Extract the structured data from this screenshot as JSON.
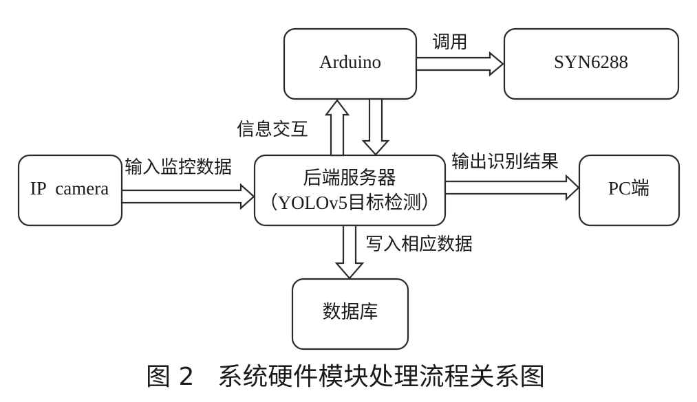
{
  "nodes": {
    "arduino": "Arduino",
    "syn6288": "SYN6288",
    "ip_camera": "IP  camera",
    "server_line1": "后端服务器",
    "server_line2": "（YOLOv5目标检测）",
    "pc": "PC端",
    "database": "数据库"
  },
  "edges": {
    "call": "调用",
    "info_exchange": "信息交互",
    "input_monitor": "输入监控数据",
    "output_result": "输出识别结果",
    "write_data": "写入相应数据"
  },
  "caption": {
    "figure_number": "图 2",
    "title": "系统硬件模块处理流程关系图"
  }
}
